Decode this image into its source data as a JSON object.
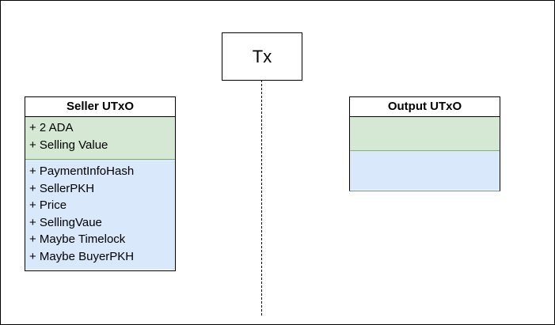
{
  "tx": {
    "label": "Tx"
  },
  "seller_utxo": {
    "title": "Seller UTxO",
    "value_fields": [
      "+ 2 ADA",
      "+ Selling Value"
    ],
    "datum_fields": [
      "+ PaymentInfoHash",
      "+ SellerPKH",
      "+ Price",
      "+ SellingVaue",
      "+ Maybe Timelock",
      "+ Maybe BuyerPKH"
    ]
  },
  "output_utxo": {
    "title": "Output UTxO",
    "value_fields": [],
    "datum_fields": []
  },
  "colors": {
    "value_section": "#d5e8d4",
    "datum_section": "#dae8fc",
    "border": "#000000"
  }
}
